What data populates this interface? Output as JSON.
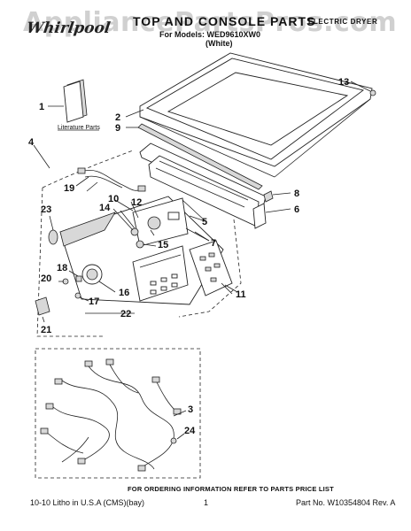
{
  "watermark": "AppliancePartsPros.com",
  "brand": "Whirlpool",
  "title": "TOP AND CONSOLE PARTS",
  "subtitle_models": "For Models: WED9610XW0",
  "subtitle_color": "(White)",
  "appliance_type": "ELECTRIC DRYER",
  "literature_label": "Literature Parts",
  "callouts": [
    "1",
    "2",
    "9",
    "4",
    "13",
    "19",
    "10",
    "12",
    "14",
    "15",
    "23",
    "5",
    "7",
    "8",
    "6",
    "18",
    "20",
    "16",
    "17",
    "22",
    "11",
    "21",
    "3",
    "24"
  ],
  "footer": {
    "note": "FOR ORDERING INFORMATION REFER TO PARTS PRICE LIST",
    "left": "10-10 Litho in U.S.A (CMS)(bay)",
    "page": "1",
    "right": "Part No. W10354804 Rev. A"
  }
}
